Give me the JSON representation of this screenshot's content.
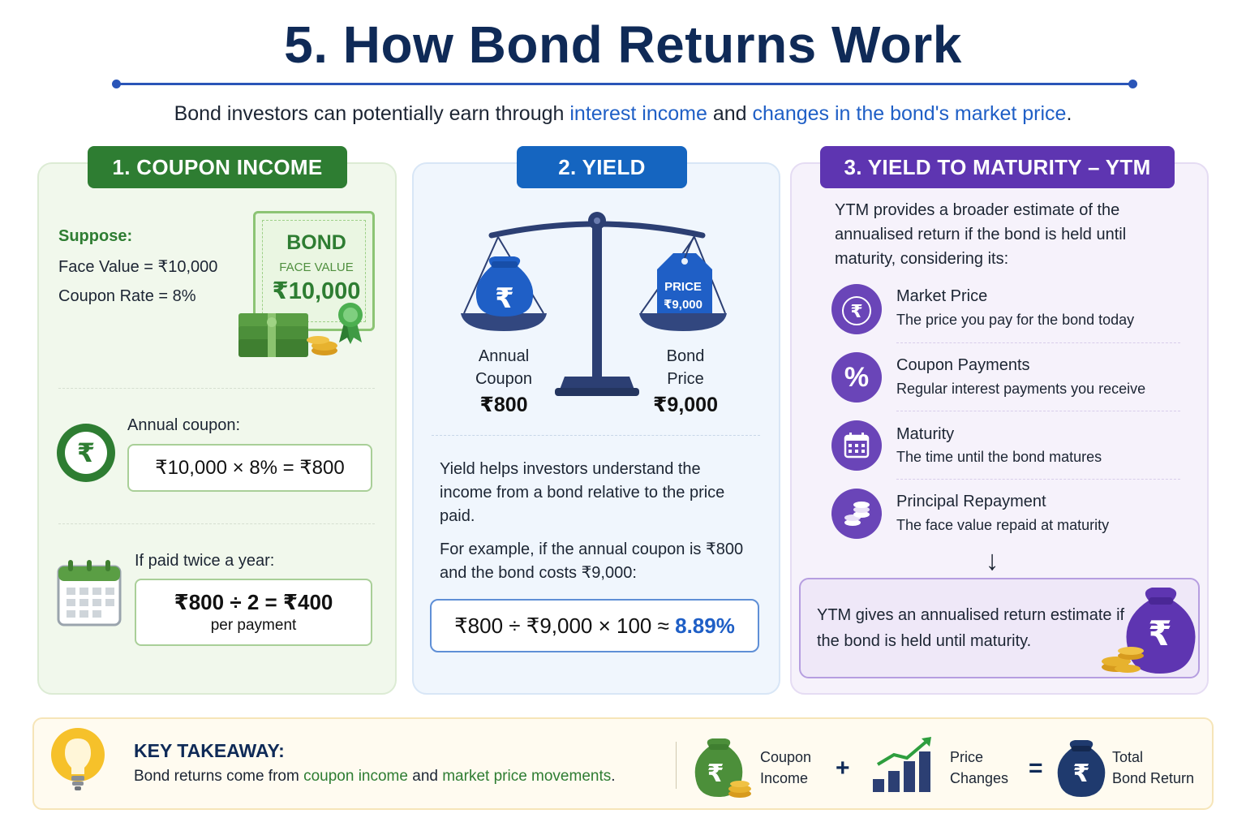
{
  "header": {
    "title": "5. How Bond Returns Work",
    "intro_pre": "Bond investors can potentially earn through ",
    "intro_hl1": "interest income",
    "intro_mid": " and ",
    "intro_hl2": "changes in the bond's market price",
    "intro_end": "."
  },
  "coupon": {
    "badge": "1. COUPON INCOME",
    "suppose": "Suppose:",
    "face_value": "Face Value = ₹10,000",
    "coupon_rate": "Coupon Rate = 8%",
    "cert_title": "BOND",
    "cert_label": "FACE VALUE",
    "cert_amount": "₹10,000",
    "rupee_symbol": "₹",
    "annual_label": "Annual coupon:",
    "annual_formula": "₹10,000 × 8% = ₹800",
    "twice_label": "If paid twice a year:",
    "twice_formula": "₹800 ÷ 2 = ₹400",
    "twice_sub": "per payment"
  },
  "yield": {
    "badge": "2. YIELD",
    "left_label1": "Annual",
    "left_label2": "Coupon",
    "left_value": "₹800",
    "right_label1": "Bond",
    "right_label2": "Price",
    "right_value": "₹9,000",
    "tag_line1": "PRICE",
    "tag_line2": "₹9,000",
    "bag_symbol": "₹",
    "description": "Yield helps investors understand the income from a bond relative to the price paid.",
    "example": "For example, if the annual coupon is ₹800 and the bond costs ₹9,000:",
    "formula": "₹800 ÷ ₹9,000 × 100 ≈ ",
    "result": "8.89%"
  },
  "ytm": {
    "badge": "3. YIELD TO MATURITY – YTM",
    "intro": "YTM provides a broader estimate of the annualised return if the bond is held until maturity, considering its:",
    "items": [
      {
        "title": "Market Price",
        "desc": "The price you pay for the bond today",
        "icon": "rupee-coin-icon"
      },
      {
        "title": "Coupon Payments",
        "desc": "Regular interest payments you receive",
        "icon": "percent-icon"
      },
      {
        "title": "Maturity",
        "desc": "The time until the bond matures",
        "icon": "calendar-icon"
      },
      {
        "title": "Principal Repayment",
        "desc": "The face value repaid at maturity",
        "icon": "coin-stack-icon"
      }
    ],
    "icon_glyphs": [
      "₹",
      "%"
    ],
    "arrow": "↓",
    "note": "YTM gives an annualised return estimate if the bond is held until maturity.",
    "bag_symbol": "₹"
  },
  "takeaway": {
    "heading": "KEY TAKEAWAY:",
    "body_pre": "Bond returns come from ",
    "body_hl1": "coupon income",
    "body_mid": " and ",
    "body_hl2": "market price movements",
    "body_end": ".",
    "eq_coupon1": "Coupon",
    "eq_coupon2": "Income",
    "plus": "+",
    "eq_price1": "Price",
    "eq_price2": "Changes",
    "equals": "=",
    "eq_total1": "Total",
    "eq_total2": "Bond Return",
    "bag_symbol": "₹"
  },
  "colors": {
    "navy": "#0f2a57",
    "green": "#2e7d32",
    "blue": "#1565c0",
    "purple": "#5e35b1",
    "highlight_blue": "#1f5fc6"
  }
}
